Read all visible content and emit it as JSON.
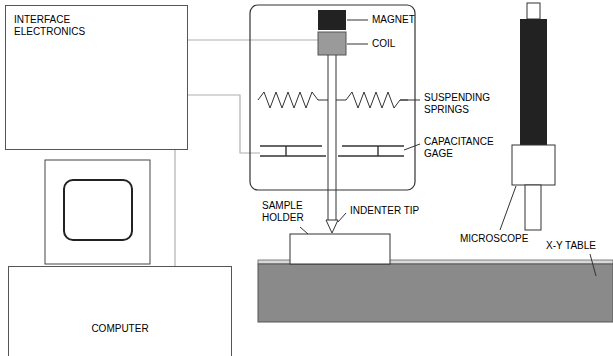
{
  "diagram": {
    "nodes": [
      {
        "text": [
          "INTERFACE ELECTRONICS"
        ]
      },
      {
        "text": [
          "COMPUTER"
        ]
      }
    ],
    "edges": [
      {
        "from": 0,
        "to": 1,
        "arrow": "none"
      }
    ],
    "labels": [
      "MAGNET",
      "COIL",
      "SUSPENDING SPRINGS",
      "CAPACITANCE GAGE",
      "SAMPLE HOLDER",
      "INDENTER TIP",
      "MICROSCOPE",
      "X-Y TABLE"
    ]
  }
}
